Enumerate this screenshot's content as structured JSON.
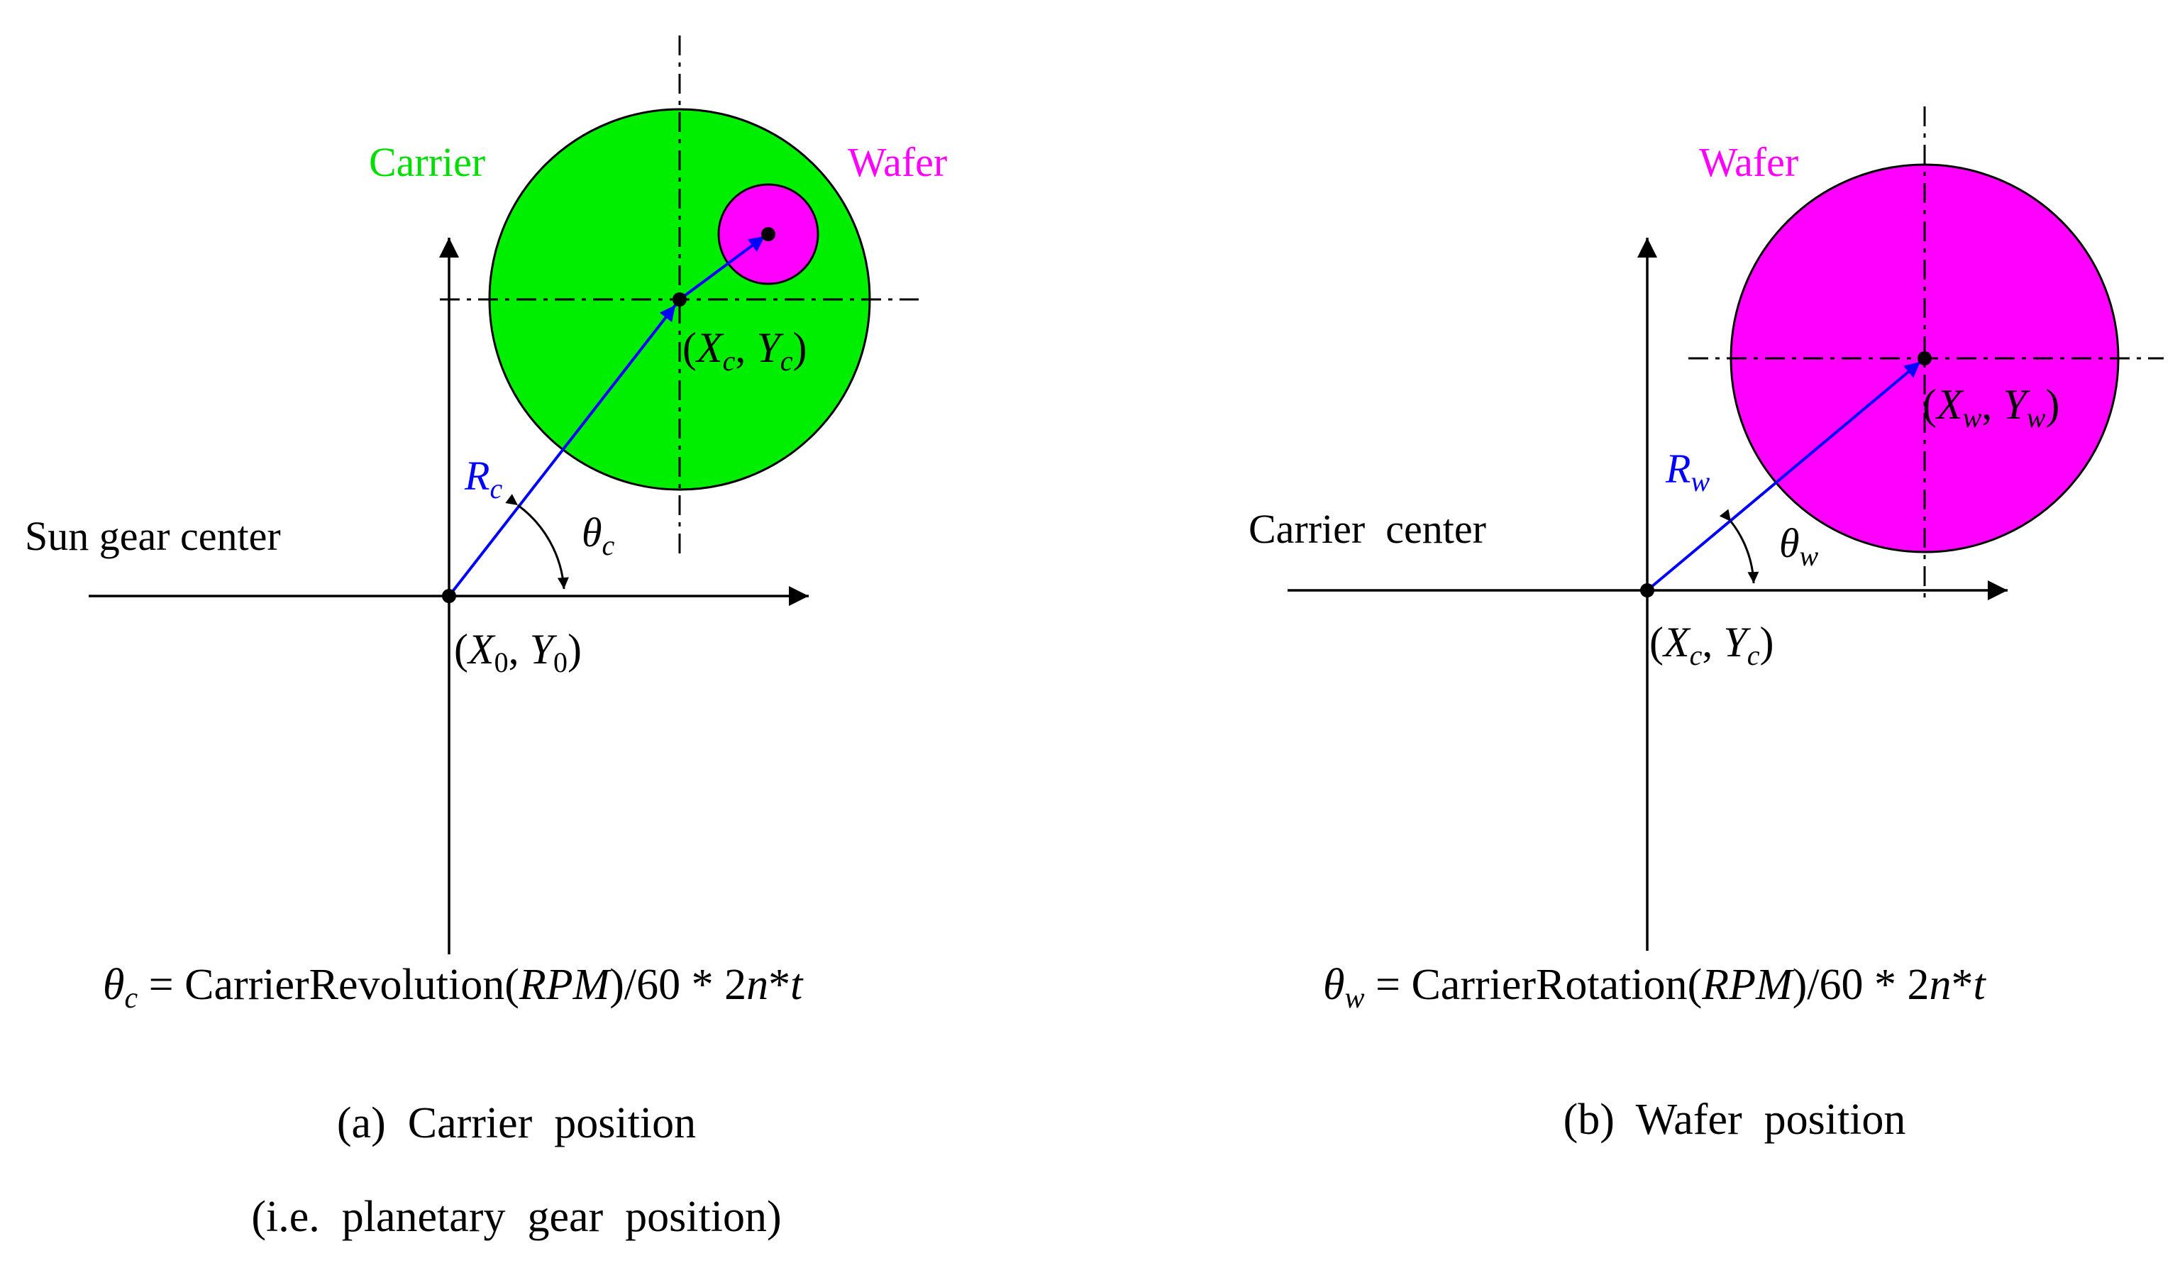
{
  "colors": {
    "carrier_fill": "#00ee00",
    "wafer_fill": "#ff00ff",
    "vector": "#0000ff",
    "carrier_text": "#00dd00",
    "wafer_text": "#ff00ff",
    "ink": "#000000"
  },
  "panel_a": {
    "carrier_label": "Carrier",
    "wafer_label": "Wafer",
    "origin_label": "Sun gear center",
    "center_point": {
      "open": "(",
      "x": "X",
      "x_sub": "c",
      "comma": ", ",
      "y": "Y",
      "y_sub": "c",
      "close": ")"
    },
    "origin_point": {
      "open": "(",
      "x": "X",
      "x_sub": "0",
      "comma": ", ",
      "y": "Y",
      "y_sub": "0",
      "close": ")"
    },
    "radius": {
      "sym": "R",
      "sub": "c"
    },
    "angle": {
      "sym": "θ",
      "sub": "c"
    },
    "equation": {
      "lhs_sym": "θ",
      "lhs_sub": "c",
      "eq": " = ",
      "word": "CarrierRevolution",
      "lp": "(",
      "unit": "RPM",
      "rp": ")",
      "tail": "/60 * 2",
      "n": "n",
      "star": "*",
      "t": "t"
    },
    "caption_line1": "(a)  Carrier  position",
    "caption_line2": "(i.e.  planetary  gear  position)"
  },
  "panel_b": {
    "wafer_label": "Wafer",
    "origin_label": "Carrier  center",
    "center_point": {
      "open": "(",
      "x": "X",
      "x_sub": "w",
      "comma": ", ",
      "y": "Y",
      "y_sub": "w",
      "close": ")"
    },
    "origin_point": {
      "open": "(",
      "x": "X",
      "x_sub": "c",
      "comma": ", ",
      "y": "Y",
      "y_sub": "c",
      "close": ")"
    },
    "radius": {
      "sym": "R",
      "sub": "w"
    },
    "angle": {
      "sym": "θ",
      "sub": "w"
    },
    "equation": {
      "lhs_sym": "θ",
      "lhs_sub": "w",
      "eq": " = ",
      "word": "CarrierRotation",
      "lp": "(",
      "unit": "RPM",
      "rp": ")",
      "tail": "/60 * 2",
      "n": "n",
      "star": "*",
      "t": "t"
    },
    "caption_line1": "(b)  Wafer  position"
  }
}
